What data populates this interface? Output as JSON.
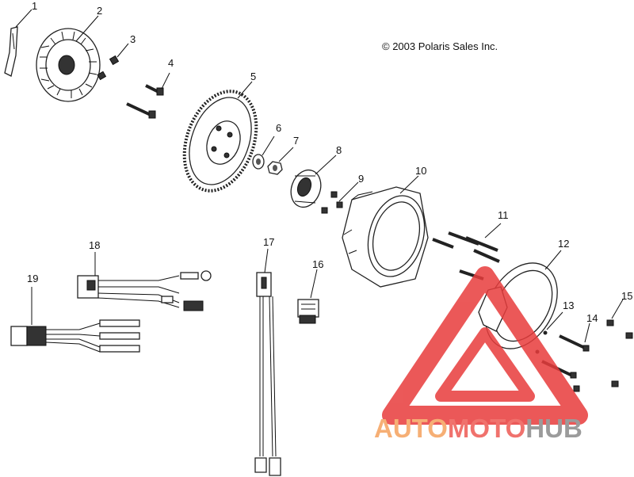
{
  "copyright": "© 2003 Polaris Sales Inc.",
  "callouts": [
    "1",
    "2",
    "3",
    "4",
    "5",
    "6",
    "7",
    "8",
    "9",
    "10",
    "11",
    "12",
    "13",
    "14",
    "15",
    "16",
    "17",
    "18",
    "19"
  ],
  "watermark": {
    "word_a": "AUTO",
    "word_b": "MOTO",
    "word_c": "HUB",
    "color_a": "#f5a25d",
    "color_b": "#ee5a54",
    "color_c": "#8a8a8a",
    "triangle_color": "#e83c3c"
  }
}
